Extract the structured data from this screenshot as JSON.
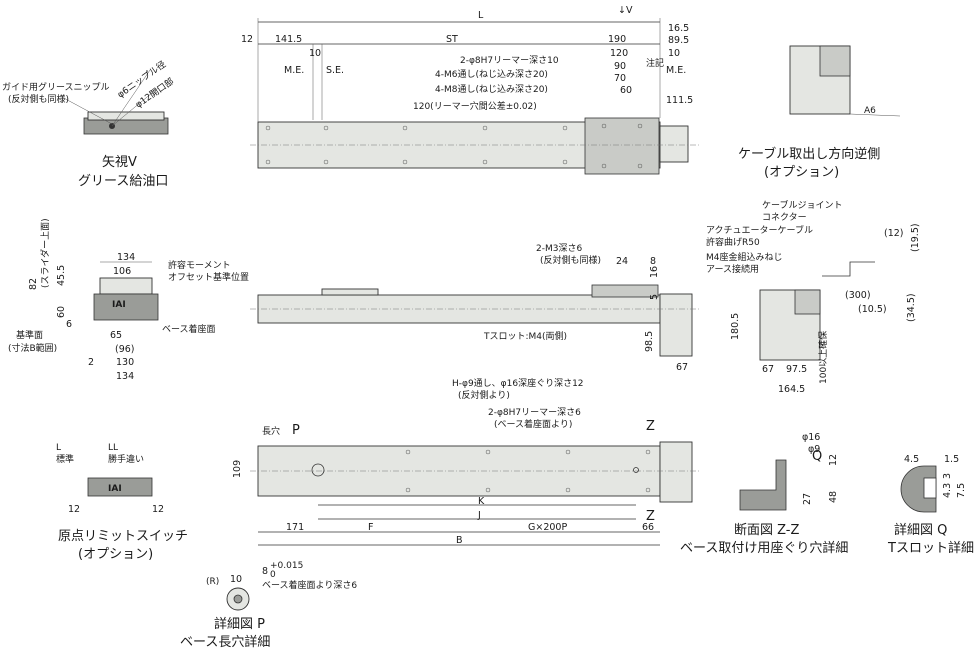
{
  "captions": {
    "view_v_title": "矢視V",
    "view_v_subtitle": "グリース給油口",
    "cable_reverse_title": "ケーブル取出し方向逆側",
    "cable_reverse_subtitle": "(オプション)",
    "limit_switch_title": "原点リミットスイッチ",
    "limit_switch_subtitle": "(オプション)",
    "detail_p_title": "詳細図 P",
    "detail_p_subtitle": "ベース長穴詳細",
    "section_zz_title": "断面図 Z-Z",
    "section_zz_subtitle": "ベース取付け用座ぐり穴詳細",
    "detail_q_title": "詳細図 Q",
    "detail_q_subtitle": "Tスロット詳細"
  },
  "view_v": {
    "grease_label": "ガイド用グリースニップル",
    "grease_note": "(反対側も同様)",
    "nipple_dia": "φ6ニップル径",
    "opening_dia": "φ12開口部"
  },
  "top_view": {
    "L": "L",
    "V": "↓V",
    "d12": "12",
    "d141_5": "141.5",
    "ST": "ST",
    "d190": "190",
    "d16_5": "16.5",
    "d89_5": "89.5",
    "d10a": "10",
    "d10b": "10",
    "d120": "120",
    "d90": "90",
    "d70": "70",
    "d60": "60",
    "d111_5": "111.5",
    "me_left": "M.E.",
    "se": "S.E.",
    "me_right": "M.E.",
    "reamer": "2-φ8H7リーマー深さ10",
    "m6": "4-M6通し(ねじ込み深さ20)",
    "m8": "4-M8通し(ねじ込み深さ20)",
    "reamer_tol": "120(リーマー穴間公差±0.02)",
    "note_v": "注記"
  },
  "front_view": {
    "m3": "2-M3深さ6",
    "m3_note": "(反対側も同様)",
    "d24": "24",
    "d8": "8",
    "d16": "16",
    "d5": "5",
    "tslot": "Tスロット:M4(両側)",
    "d98_5": "98.5",
    "d67": "67"
  },
  "side_view": {
    "d134_top": "134",
    "d106": "106",
    "d45_5": "45.5",
    "d82": "82",
    "slider_top": "(スライダー上面)",
    "d60": "60",
    "d6": "6",
    "d65": "65",
    "d96": "(96)",
    "d2": "2",
    "d130": "130",
    "d134_bottom": "134",
    "moment": "許容モーメント",
    "moment2": "オフセット基準位置",
    "base_surface": "ベース着座面",
    "ref_surface": "基準面",
    "ref_range": "(寸法B範囲)"
  },
  "cable_view": {
    "joint": "ケーブルジョイント",
    "connector": "コネクター",
    "actuator_cable": "アクチュエーターケーブル",
    "bend": "許容曲げR50",
    "m4": "M4座金組込みねじ",
    "ground": "アース接続用",
    "d12": "(12)",
    "d19_5": "(19.5)",
    "d300": "(300)",
    "d10_5": "(10.5)",
    "d34_5": "(34.5)",
    "d180_5": "180.5",
    "d67": "67",
    "d97_5": "97.5",
    "d164_5": "164.5",
    "min_bend": "100以上確保",
    "a6": "A6"
  },
  "bottom_view": {
    "h_holes": "H-φ9通し、φ16深座ぐり深さ12",
    "h_note": "(反対側より)",
    "reamer": "2-φ8H7リーマー深さ6",
    "reamer_note": "(ベース着座面より)",
    "slot": "長穴",
    "P": "P",
    "Z1": "Z",
    "Z2": "Z",
    "d109": "109",
    "K": "K",
    "J": "J",
    "d171": "171",
    "F": "F",
    "G": "G×200P",
    "d66": "66",
    "B": "B"
  },
  "limit_switch": {
    "L": "L",
    "L_std": "標準",
    "LL": "LL",
    "LL_rev": "勝手違い",
    "d12a": "12",
    "d12b": "12"
  },
  "detail_p": {
    "R": "(R)",
    "d10": "10",
    "d8": "8",
    "tol": "+0.015",
    "tol0": "0",
    "depth": "ベース着座面より深さ6"
  },
  "section_zz": {
    "d16": "φ16",
    "d9": "φ9",
    "Q": "Q",
    "d12": "12",
    "d27": "27",
    "d48": "48"
  },
  "detail_q": {
    "d4_5": "4.5",
    "d1_5": "1.5",
    "d3": "3",
    "d4_3": "4.3",
    "d7_5": "7.5"
  }
}
